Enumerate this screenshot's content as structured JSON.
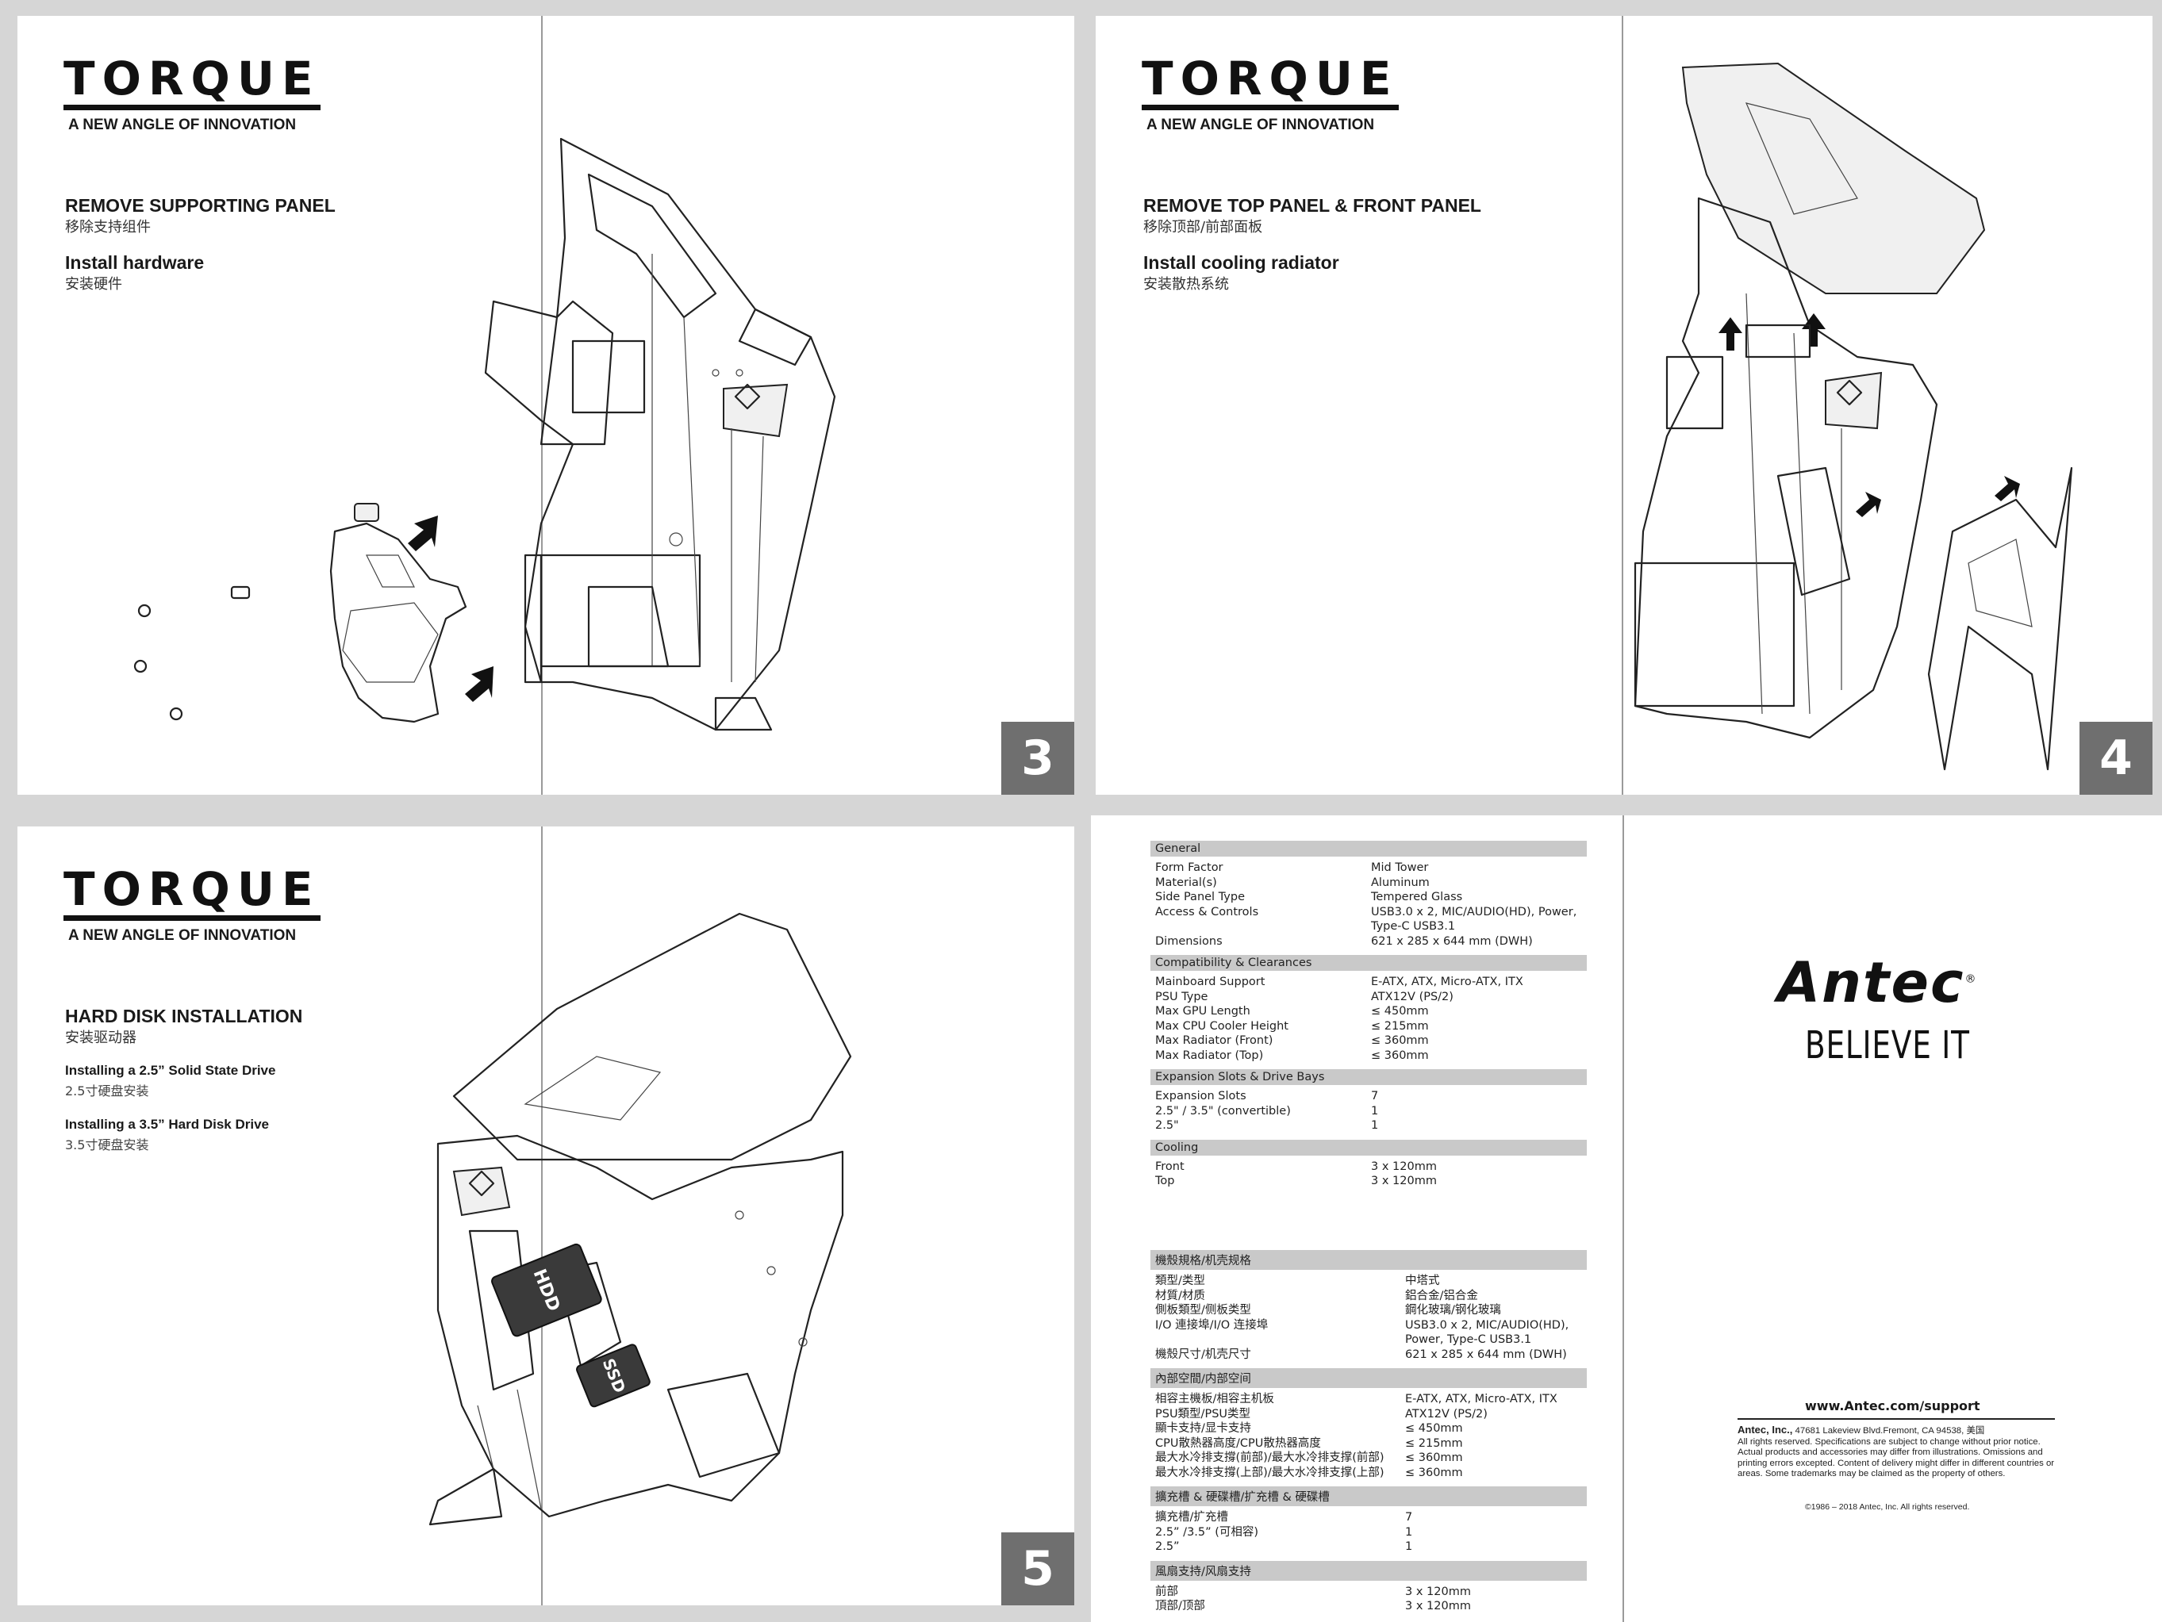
{
  "brand": {
    "product_logo": "TORQUE",
    "tagline": "A NEW ANGLE OF INNOVATION"
  },
  "page3": {
    "heading_en": "REMOVE SUPPORTING PANEL",
    "heading_cn": "移除支持组件",
    "sub_en": "Install hardware",
    "sub_cn": "安装硬件",
    "page_number": "3"
  },
  "page4": {
    "heading_en": "REMOVE TOP PANEL & FRONT PANEL",
    "heading_cn": "移除顶部/前部面板",
    "sub_en": "Install cooling radiator",
    "sub_cn": "安装散热系统",
    "page_number": "4"
  },
  "page5": {
    "heading_en": "HARD DISK INSTALLATION",
    "heading_cn": "安装驱动器",
    "ssd_en": "Installing a 2.5”  Solid State Drive",
    "ssd_cn": "2.5寸硬盘安装",
    "hdd_en": "Installing a 3.5”  Hard Disk Drive",
    "hdd_cn": "3.5寸硬盘安装",
    "ssd_label": "SSD",
    "hdd_label": "HDD",
    "page_number": "5"
  },
  "spec_sections": [
    {
      "title": "General",
      "rows": [
        {
          "k": "Form Factor",
          "v": "Mid Tower"
        },
        {
          "k": "Material(s)",
          "v": "Aluminum"
        },
        {
          "k": "Side Panel Type",
          "v": "Tempered Glass"
        },
        {
          "k": "Access & Controls",
          "v": "USB3.0 x 2, MIC/AUDIO(HD), Power,"
        },
        {
          "k": "",
          "v": "Type-C USB3.1"
        },
        {
          "k": "Dimensions",
          "v": "621 x 285 x 644 mm (DWH)"
        }
      ]
    },
    {
      "title": "Compatibility & Clearances",
      "rows": [
        {
          "k": "Mainboard Support",
          "v": "E-ATX, ATX, Micro-ATX, ITX"
        },
        {
          "k": "PSU Type",
          "v": "ATX12V (PS/2)"
        },
        {
          "k": "Max GPU Length",
          "v": "≤ 450mm"
        },
        {
          "k": "Max CPU Cooler Height",
          "v": "≤ 215mm"
        },
        {
          "k": "Max Radiator (Front)",
          "v": "≤ 360mm"
        },
        {
          "k": "Max Radiator (Top)",
          "v": "≤ 360mm"
        }
      ]
    },
    {
      "title": "Expansion Slots & Drive Bays",
      "rows": [
        {
          "k": "Expansion Slots",
          "v": "7"
        },
        {
          "k": "2.5\" / 3.5\" (convertible)",
          "v": "1"
        },
        {
          "k": "2.5\"",
          "v": "1"
        }
      ]
    },
    {
      "title": "Cooling",
      "rows": [
        {
          "k": "Front",
          "v": "3 x 120mm"
        },
        {
          "k": "Top",
          "v": "3 x 120mm"
        }
      ]
    }
  ],
  "spec_sections_cn": [
    {
      "title": "機殼規格/机壳规格",
      "rows": [
        {
          "k": "類型/类型",
          "v": "中塔式"
        },
        {
          "k": "材質/材质",
          "v": "鋁合金/铝合金"
        },
        {
          "k": "側板類型/侧板类型",
          "v": "鋼化玻璃/钢化玻璃"
        },
        {
          "k": "I/O 連接埠/I/O 连接埠",
          "v": "USB3.0 x 2, MIC/AUDIO(HD),"
        },
        {
          "k": "",
          "v": "Power, Type-C USB3.1"
        },
        {
          "k": "機殼尺寸/机壳尺寸",
          "v": "621 x 285 x 644 mm (DWH)"
        }
      ]
    },
    {
      "title": "內部空間/内部空间",
      "rows": [
        {
          "k": "相容主機板/相容主机板",
          "v": "E-ATX, ATX, Micro-ATX, ITX"
        },
        {
          "k": "PSU類型/PSU类型",
          "v": "ATX12V (PS/2)"
        },
        {
          "k": "顯卡支持/显卡支持",
          "v": "≤ 450mm"
        },
        {
          "k": "CPU散熱器高度/CPU散热器高度",
          "v": "≤ 215mm"
        },
        {
          "k": "最大水冷排支撐(前部)/最大水冷排支撑(前部)",
          "v": "≤ 360mm"
        },
        {
          "k": "最大水冷排支撐(上部)/最大水冷排支撑(上部)",
          "v": "≤ 360mm"
        }
      ]
    },
    {
      "title": "擴充槽 & 硬碟槽/扩充槽 & 硬碟槽",
      "rows": [
        {
          "k": "擴充槽/扩充槽",
          "v": "7"
        },
        {
          "k": "2.5” /3.5”  (可相容)",
          "v": "1"
        },
        {
          "k": "2.5”",
          "v": "1"
        }
      ]
    },
    {
      "title": "風扇支持/风扇支持",
      "rows": [
        {
          "k": "前部",
          "v": "3 x 120mm"
        },
        {
          "k": "頂部/顶部",
          "v": "3 x 120mm"
        }
      ]
    }
  ],
  "back_cover": {
    "logo": "Antec",
    "trademark": "®",
    "slogan": "BELIEVE IT",
    "url": "www.Antec.com/support",
    "company": "Antec, Inc.,",
    "address": " 47681 Lakeview Blvd.Fremont, CA 94538, 美国",
    "disclaimer": "All rights reserved. Specifications are subject to change without prior notice. Actual products and accessories may differ from illustrations. Omissions and printing errors excepted. Content of delivery might differ in different countries or areas. Some trademarks may be claimed as the property of others.",
    "copyright": "©1986 – 2018 Antec, Inc. All rights reserved."
  }
}
